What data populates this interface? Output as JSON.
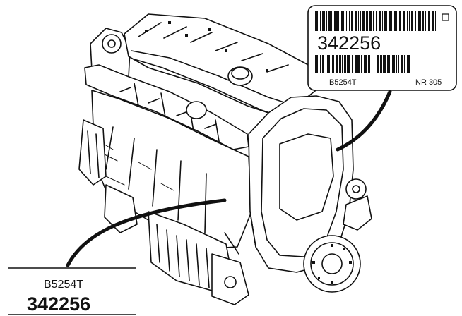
{
  "label": {
    "number": "342256",
    "engine_code": "B5254T",
    "nr": "NR 305"
  },
  "callout": {
    "engine_code": "B5254T",
    "number": "342256"
  },
  "colors": {
    "line": "#111111",
    "fill": "#ffffff"
  }
}
